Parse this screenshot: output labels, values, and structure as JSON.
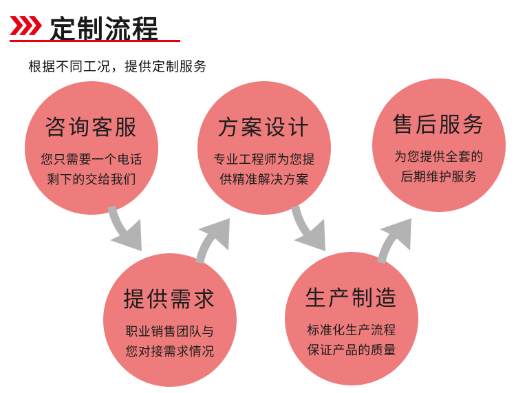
{
  "header": {
    "title": "定制流程",
    "subtitle": "根据不同工况，提供定制服务"
  },
  "steps": [
    {
      "title": "咨询客服",
      "desc": [
        "您只需要一个电话",
        "剩下的交给我们"
      ]
    },
    {
      "title": "提供需求",
      "desc": [
        "职业销售团队与",
        "您对接需求情况"
      ]
    },
    {
      "title": "方案设计",
      "desc": [
        "专业工程师为您提",
        "供精准解决方案"
      ]
    },
    {
      "title": "生产制造",
      "desc": [
        "标准化生产流程",
        "保证产品的质量"
      ]
    },
    {
      "title": "售后服务",
      "desc": [
        "为您提供全套的",
        "后期维护服务"
      ]
    }
  ],
  "flow_order": [
    "咨询客服",
    "提供需求",
    "方案设计",
    "生产制造",
    "售后服务"
  ],
  "colors": {
    "accent_red": "#e60012",
    "circle_fill": "#ee7c7c",
    "arrow_gray": "#b3b3b3",
    "text_black": "#1a1a1a"
  },
  "icons": {
    "header_icon": "triple-chevron-icon",
    "arrows": [
      "arrow-down-right-icon",
      "arrow-up-right-icon",
      "arrow-down-right-icon",
      "arrow-up-right-icon"
    ]
  }
}
